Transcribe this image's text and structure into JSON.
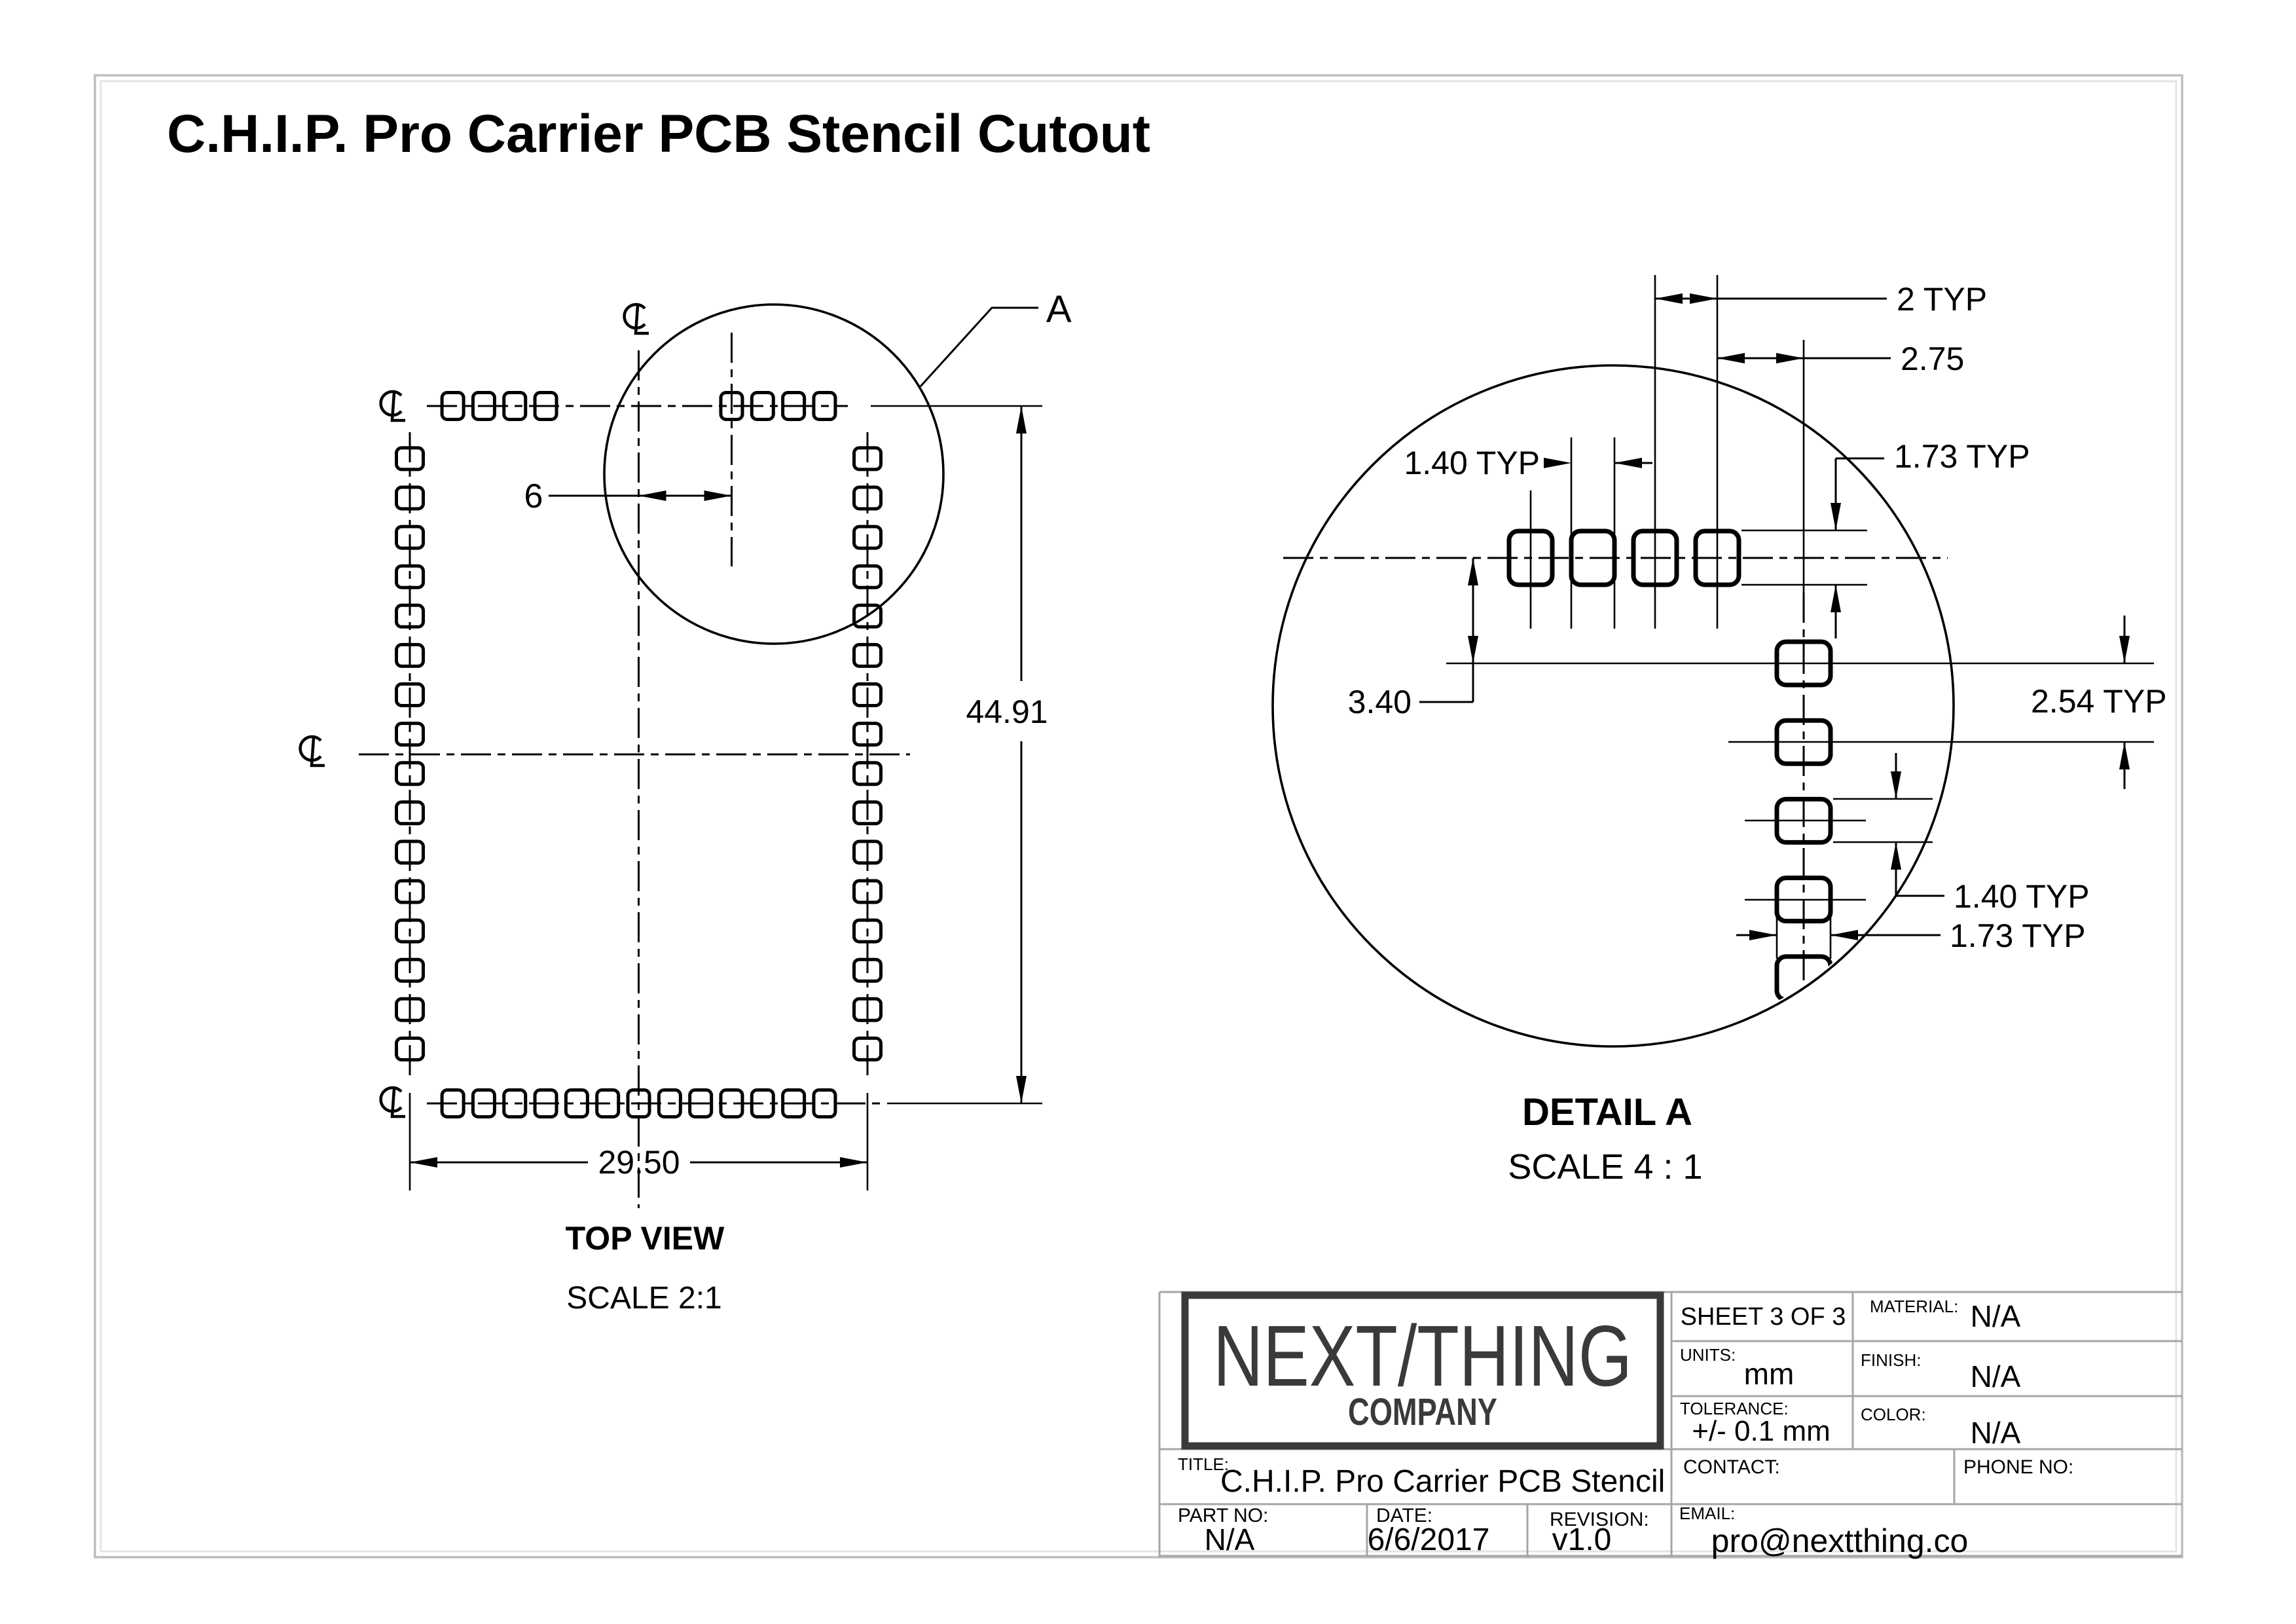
{
  "drawing_title": "C.H.I.P. Pro Carrier PCB Stencil Cutout",
  "top_view": {
    "name": "TOP VIEW",
    "scale": "SCALE 2:1",
    "dim_width": "29.50",
    "dim_height": "44.91",
    "dim_offset": "6",
    "detail_callout": "A"
  },
  "detail_a": {
    "name": "DETAIL A",
    "scale": "SCALE 4 : 1",
    "dim_pitch_top": "2 TYP",
    "dim_row_to_col": "2.75",
    "dim_pad_width_top": "1.40 TYP",
    "dim_pad_height_top": "1.73 TYP",
    "dim_row_gap": "3.40",
    "dim_pitch_side": "2.54 TYP",
    "dim_pad_width_side": "1.40 TYP",
    "dim_pad_height_side": "1.73 TYP"
  },
  "title_block": {
    "company_line1": "NEXT/THING",
    "company_line2": "COMPANY",
    "sheet": "SHEET 3 OF 3",
    "material_label": "MATERIAL:",
    "material": "N/A",
    "units_label": "UNITS:",
    "units": "mm",
    "finish_label": "FINISH:",
    "finish": "N/A",
    "tolerance_label": "TOLERANCE:",
    "tolerance": "+/- 0.1 mm",
    "color_label": "COLOR:",
    "color": "N/A",
    "title_label": "TITLE:",
    "title": "C.H.I.P. Pro Carrier PCB Stencil",
    "contact_label": "CONTACT:",
    "phone_label": "PHONE NO:",
    "part_no_label": "PART NO:",
    "part_no": "N/A",
    "date_label": "DATE:",
    "date": "6/6/2017",
    "revision_label": "REVISION:",
    "revision": "v1.0",
    "email_label": "EMAIL:",
    "email": "pro@nextthing.co"
  }
}
